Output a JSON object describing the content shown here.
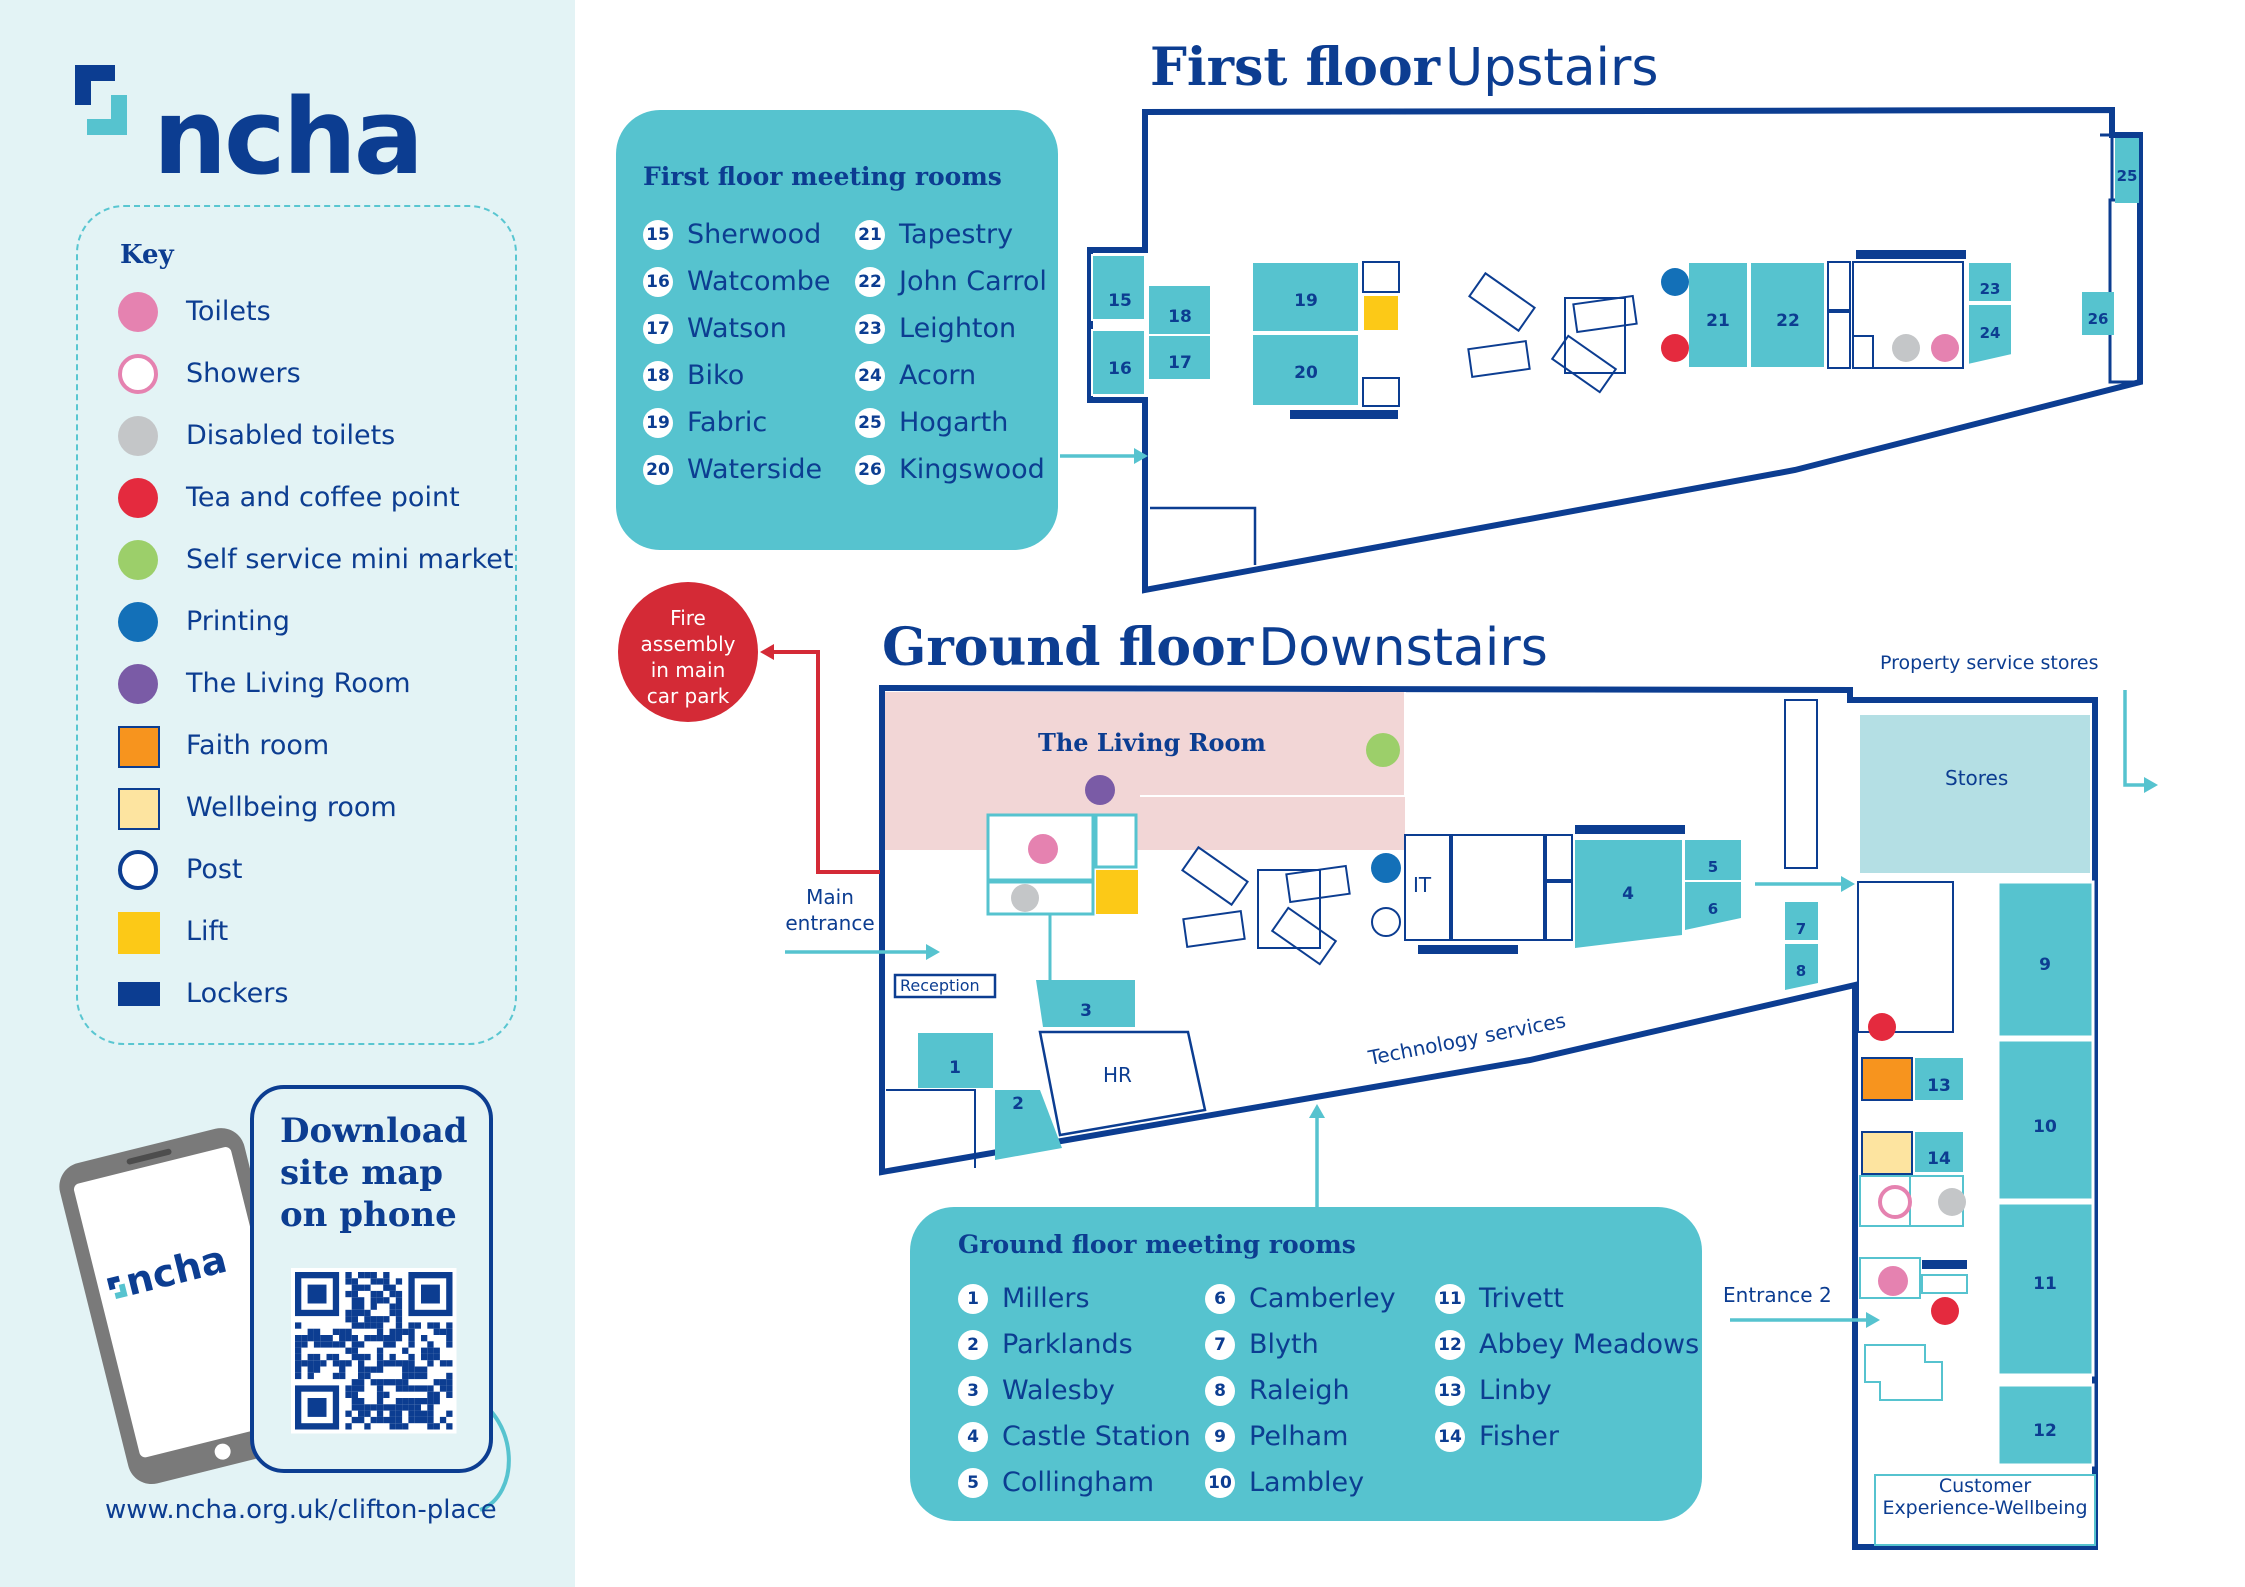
{
  "logo": {
    "text": "ncha"
  },
  "key": {
    "title": "Key",
    "items": [
      {
        "label": "Toilets",
        "shape": "circle",
        "fill": "#e582b0"
      },
      {
        "label": "Showers",
        "shape": "ring",
        "stroke": "#e582b0"
      },
      {
        "label": "Disabled toilets",
        "shape": "circle",
        "fill": "#c4c6c8"
      },
      {
        "label": "Tea and coffee point",
        "shape": "circle",
        "fill": "#e42a3e"
      },
      {
        "label": "Self service mini market",
        "shape": "circle",
        "fill": "#9ccf6a"
      },
      {
        "label": "Printing",
        "shape": "circle",
        "fill": "#1370b8"
      },
      {
        "label": "The Living Room",
        "shape": "circle",
        "fill": "#7a5ba6"
      },
      {
        "label": "Faith room",
        "shape": "square",
        "fill": "#f7941e"
      },
      {
        "label": "Wellbeing room",
        "shape": "square",
        "fill": "#fde4a0"
      },
      {
        "label": "Post",
        "shape": "ring",
        "stroke": "#0c3d91"
      },
      {
        "label": "Lift",
        "shape": "square-plain",
        "fill": "#fcc917"
      },
      {
        "label": "Lockers",
        "shape": "rect",
        "fill": "#0c3d91"
      }
    ]
  },
  "download": {
    "line1": "Download",
    "line2": "site map",
    "line3": "on phone",
    "phone_logo": "ncha"
  },
  "url": "www.ncha.org.uk/clifton-place",
  "first_floor": {
    "title_bold": "First floor",
    "title_light": "Upstairs",
    "panel_title": "First floor meeting rooms",
    "rooms": [
      {
        "num": "15",
        "name": "Sherwood"
      },
      {
        "num": "16",
        "name": "Watcombe"
      },
      {
        "num": "17",
        "name": "Watson"
      },
      {
        "num": "18",
        "name": "Biko"
      },
      {
        "num": "19",
        "name": "Fabric"
      },
      {
        "num": "20",
        "name": "Waterside"
      },
      {
        "num": "21",
        "name": "Tapestry"
      },
      {
        "num": "22",
        "name": "John Carrol"
      },
      {
        "num": "23",
        "name": "Leighton"
      },
      {
        "num": "24",
        "name": "Acorn"
      },
      {
        "num": "25",
        "name": "Hogarth"
      },
      {
        "num": "26",
        "name": "Kingswood"
      }
    ]
  },
  "ground_floor": {
    "title_bold": "Ground floor",
    "title_light": "Downstairs",
    "panel_title": "Ground floor meeting rooms",
    "rooms": [
      {
        "num": "1",
        "name": "Millers"
      },
      {
        "num": "2",
        "name": "Parklands"
      },
      {
        "num": "3",
        "name": "Walesby"
      },
      {
        "num": "4",
        "name": "Castle Station"
      },
      {
        "num": "5",
        "name": "Collingham"
      },
      {
        "num": "6",
        "name": "Camberley"
      },
      {
        "num": "7",
        "name": "Blyth"
      },
      {
        "num": "8",
        "name": "Raleigh"
      },
      {
        "num": "9",
        "name": "Pelham"
      },
      {
        "num": "10",
        "name": "Lambley"
      },
      {
        "num": "11",
        "name": "Trivett"
      },
      {
        "num": "12",
        "name": "Abbey Meadows"
      },
      {
        "num": "13",
        "name": "Linby"
      },
      {
        "num": "14",
        "name": "Fisher"
      }
    ]
  },
  "labels": {
    "fire_l1": "Fire",
    "fire_l2": "assembly",
    "fire_l3": "in main",
    "fire_l4": "car park",
    "main_entrance_l1": "Main",
    "main_entrance_l2": "entrance",
    "reception": "Reception",
    "hr": "HR",
    "it": "IT",
    "living_room": "The Living Room",
    "technology_services": "Technology services",
    "property_service_stores": "Property service stores",
    "stores": "Stores",
    "entrance_2": "Entrance 2",
    "cx_l1": "Customer",
    "cx_l2": "Experience-Wellbeing"
  }
}
